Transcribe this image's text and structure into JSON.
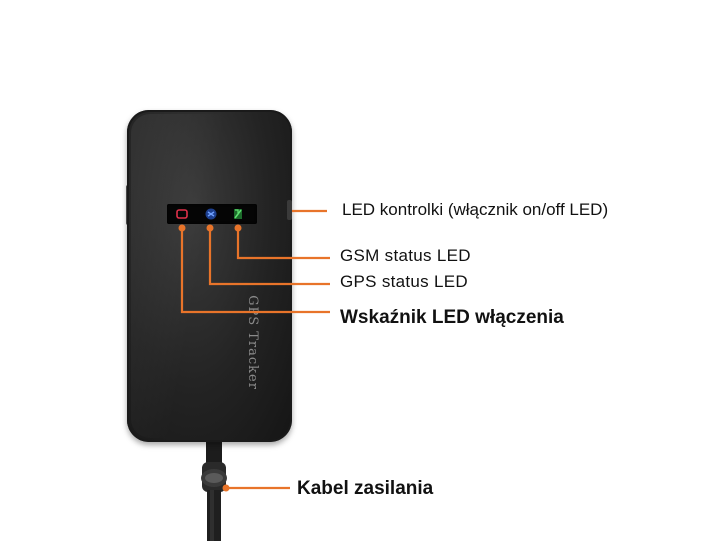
{
  "device": {
    "label": "GPS Tracker"
  },
  "callouts": {
    "led_controls": "LED kontrolki (włącznik on/off LED)",
    "gsm_status": "GSM status LED",
    "gps_status": "GPS status LED",
    "power_indicator": "Wskaźnik LED włączenia",
    "power_cable": "Kabel zasilania"
  },
  "colors": {
    "callout_line": "#e8742a",
    "device_body": "#232323",
    "led_power": "#e0304a",
    "led_gps": "#3a74e6",
    "led_gsm": "#35c24a"
  }
}
